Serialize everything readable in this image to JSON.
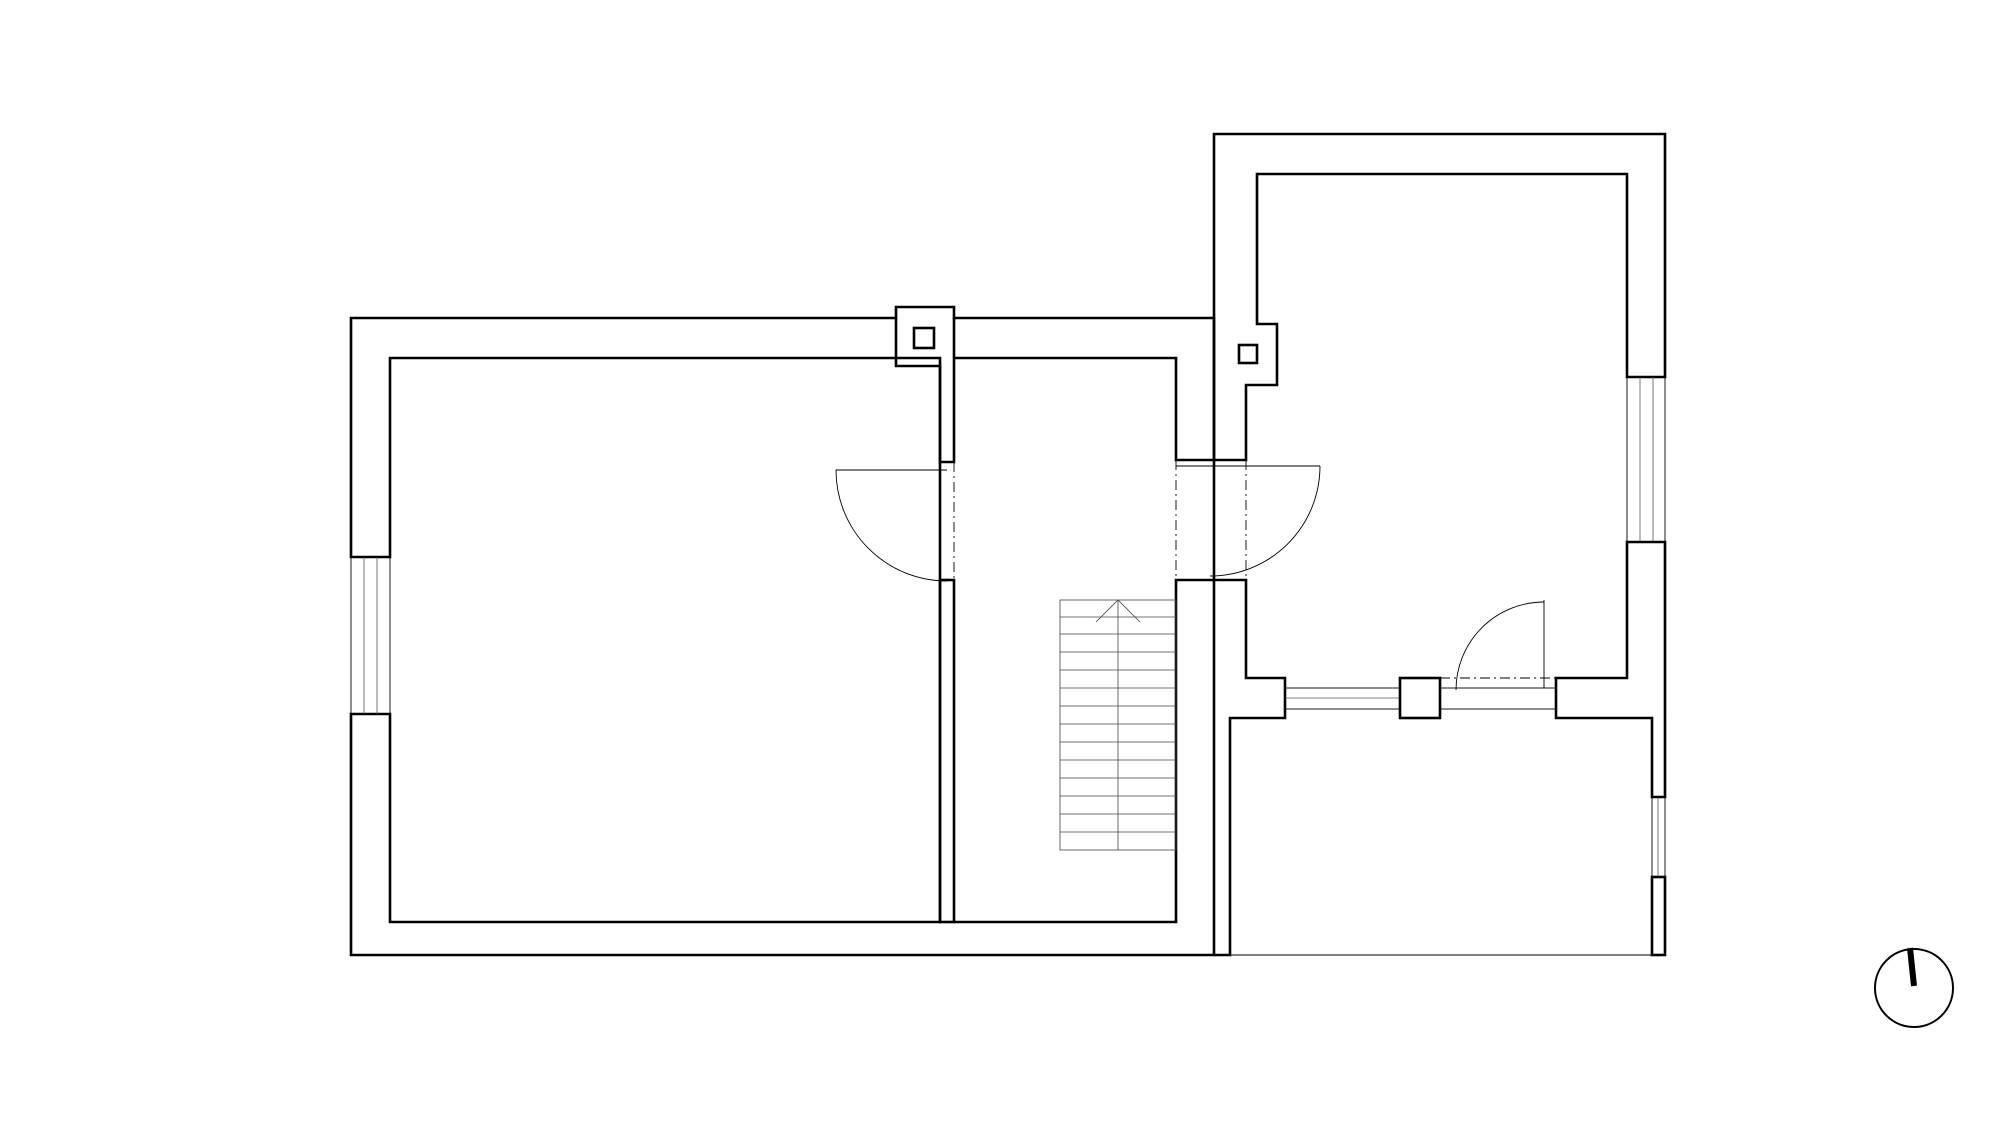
{
  "plan": {
    "drawing": "floor-plan",
    "line_color": "#000000",
    "background_color": "#ffffff",
    "icons": [
      "north-arrow-icon"
    ],
    "elements": {
      "rooms": [
        "large-room",
        "stair-hall",
        "right-room",
        "lower-right-room"
      ],
      "doors": 3,
      "windows": 4,
      "chimneys": 2,
      "stair_treads": 14
    }
  }
}
